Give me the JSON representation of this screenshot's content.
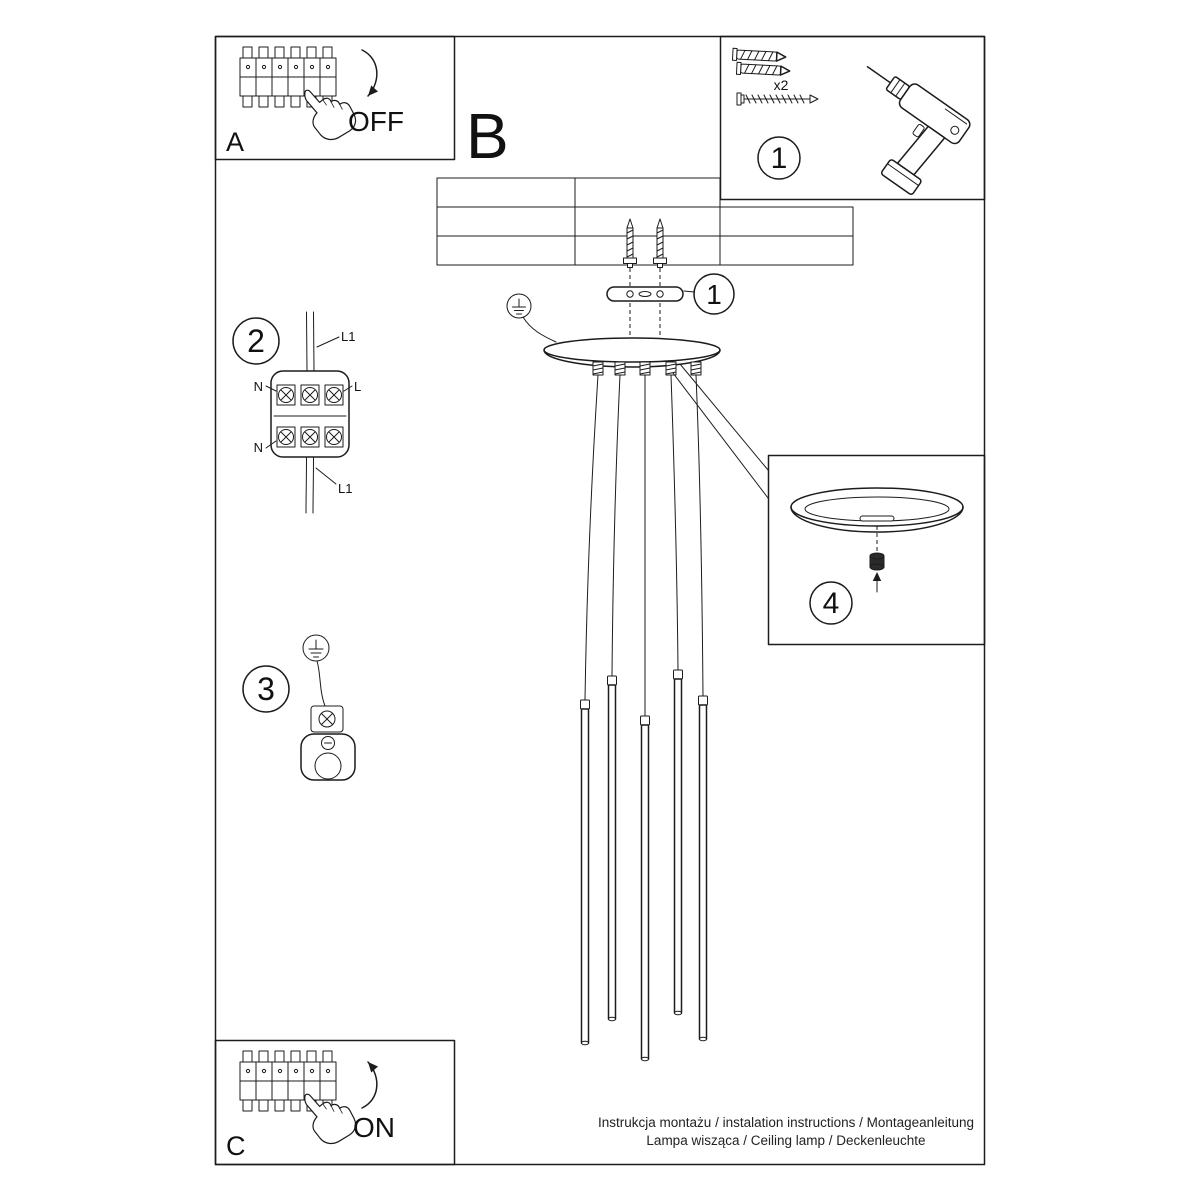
{
  "document": {
    "section_label_b": "B",
    "footer": {
      "line1": "Instrukcja montażu / instalation instructions / Montageanleitung",
      "line2": "Lampa wisząca / Ceiling lamp / Deckenleuchte"
    }
  },
  "panels": {
    "a": {
      "label": "A",
      "action": "OFF"
    },
    "c": {
      "label": "C",
      "action": "ON"
    },
    "step1": {
      "number": "1",
      "anchor_quantity": "x2"
    },
    "step2": {
      "number": "2",
      "wire_labels": {
        "l1_top": "L1",
        "n_upper": "N",
        "l_upper": "L",
        "n_lower": "N",
        "l1_bottom": "L1"
      }
    },
    "step3": {
      "number": "3"
    },
    "step4": {
      "number": "4"
    },
    "bracket_callout": {
      "number": "1"
    }
  }
}
